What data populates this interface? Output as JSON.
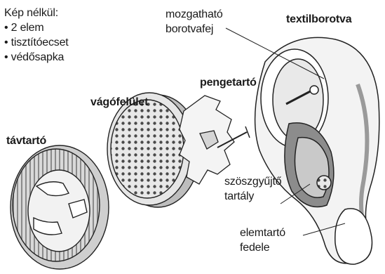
{
  "notes": {
    "heading": "Kép nélkül:",
    "items": [
      "2 elem",
      "tisztítóecset",
      "védősapka"
    ]
  },
  "labels": {
    "head_line1": "mozgatható",
    "head_line2": "borotvafej",
    "device": "textilborotva",
    "comb": "pengetartó",
    "blade": "vágófelület",
    "spacer": "távtartó",
    "lint_line1": "szöszgyűjtő",
    "lint_line2": "tartály",
    "battery_line1": "elemtartó",
    "battery_line2": "fedele"
  }
}
